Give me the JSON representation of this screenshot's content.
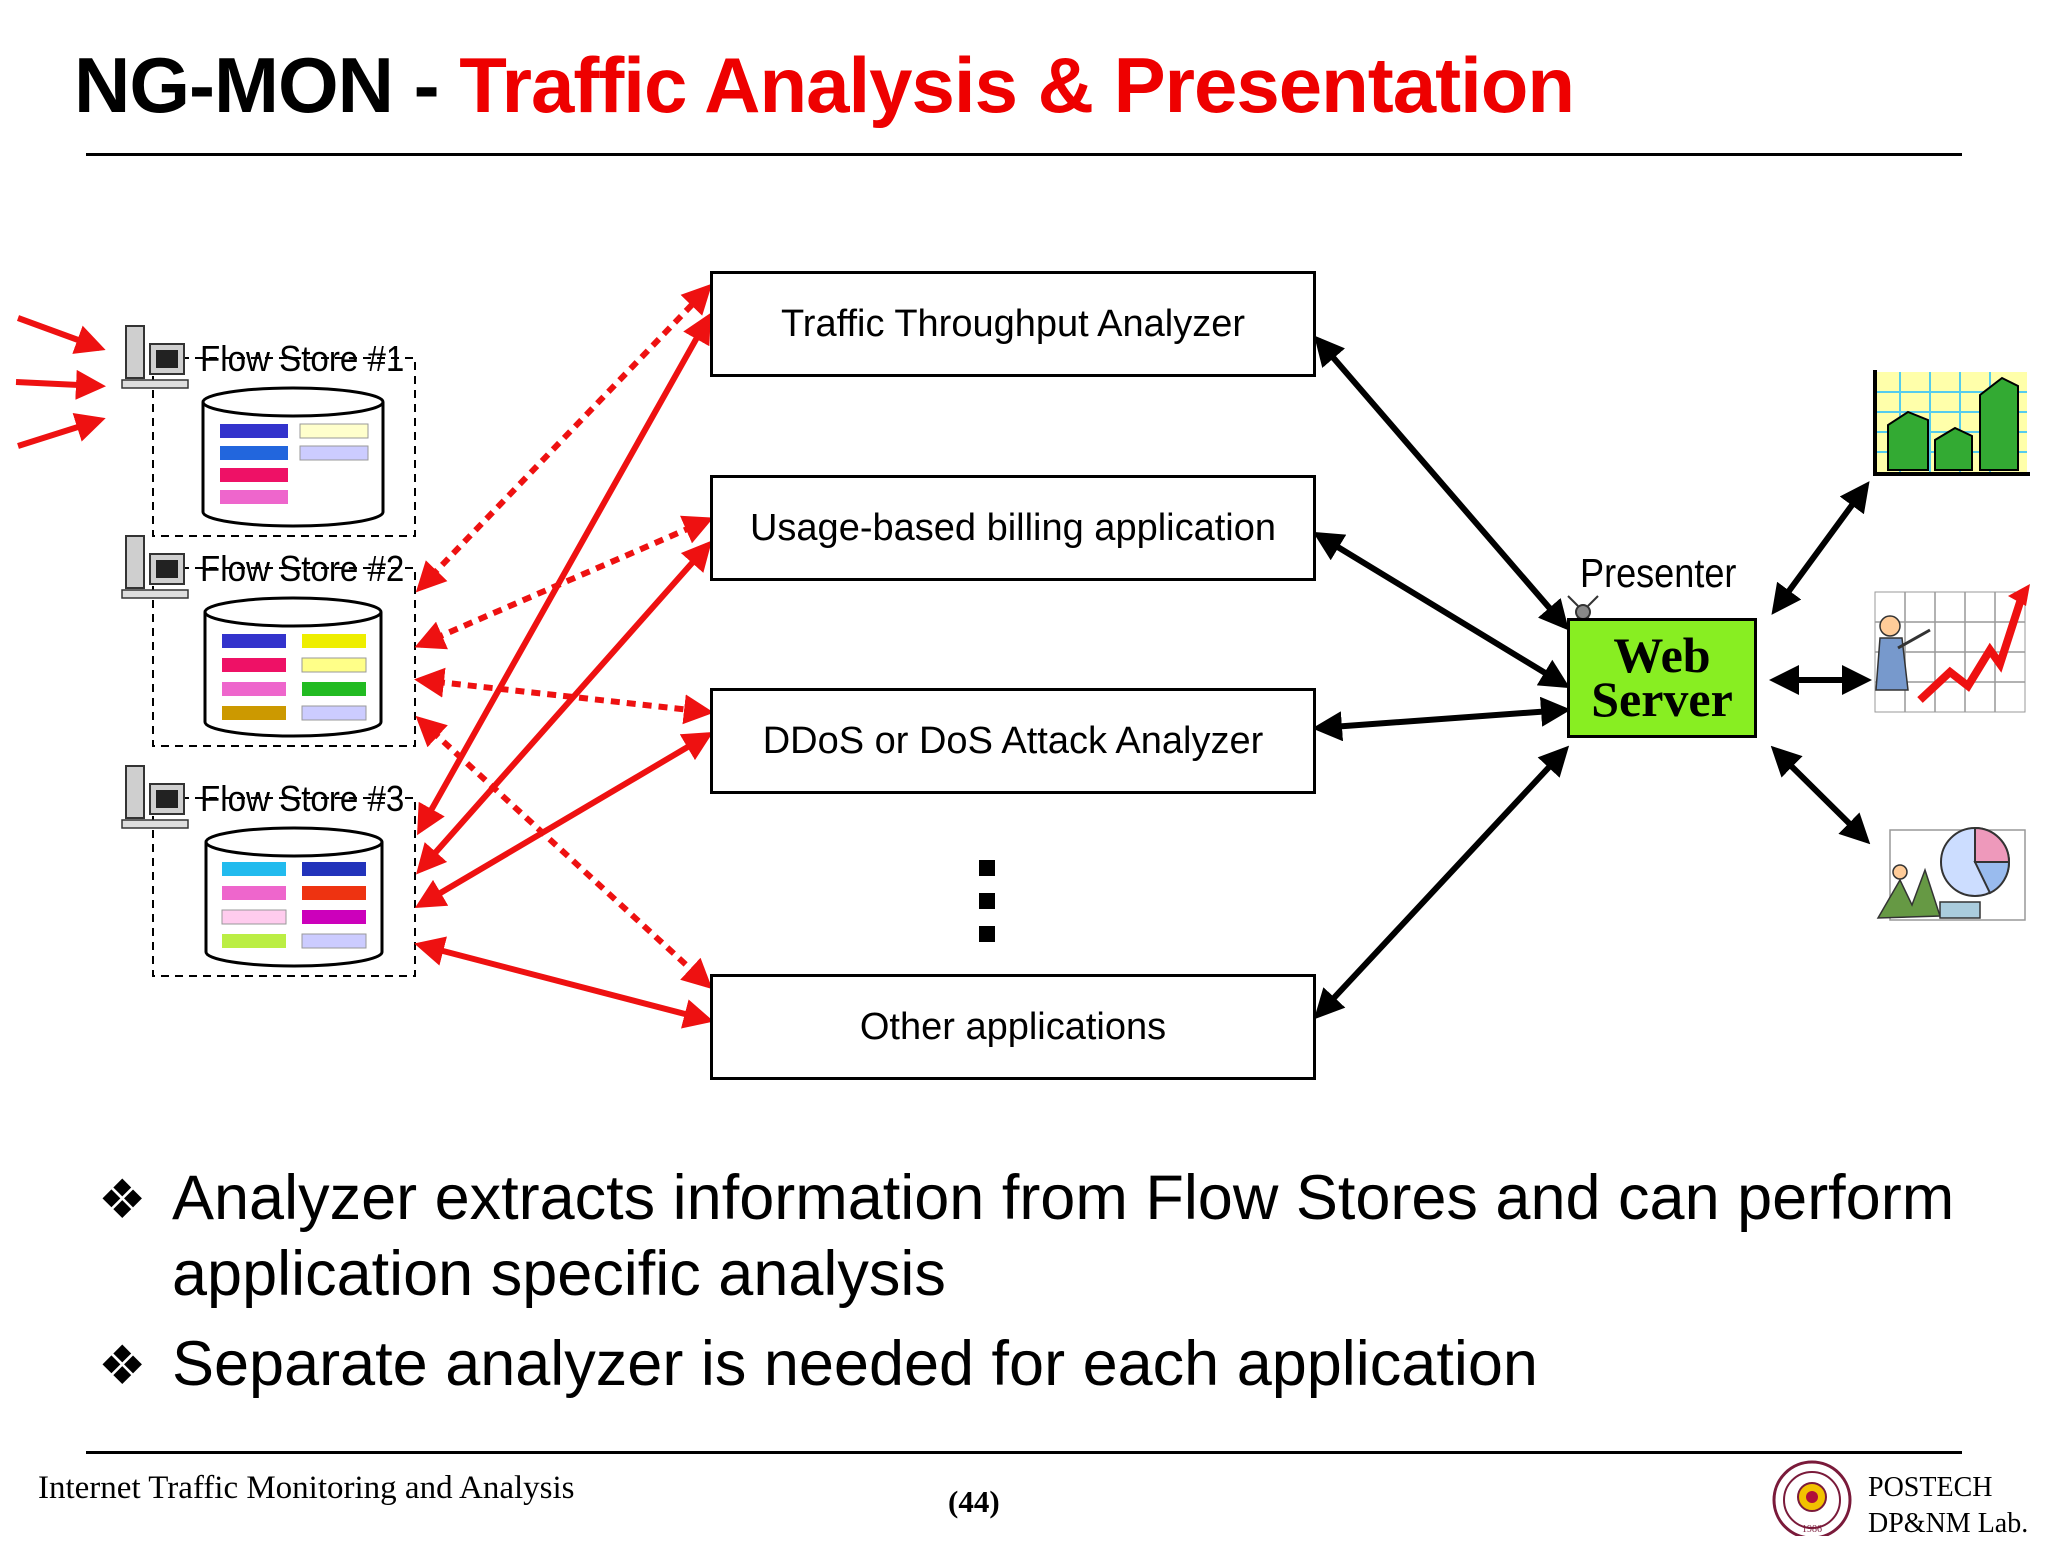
{
  "title": {
    "prefix": "NG-MON - ",
    "accent": "Traffic Analysis & Presentation"
  },
  "flow_stores": [
    {
      "label": "Flow Store #1"
    },
    {
      "label": "Flow Store #2"
    },
    {
      "label": "Flow Store #3"
    }
  ],
  "analyzers": [
    {
      "label": "Traffic Throughput Analyzer"
    },
    {
      "label": "Usage-based billing application"
    },
    {
      "label": "DDoS or DoS Attack Analyzer"
    },
    {
      "label": "Other applications"
    }
  ],
  "presenter": {
    "label": "Presenter",
    "server_line1": "Web",
    "server_line2": "Server"
  },
  "bullets": [
    {
      "text": "Analyzer extracts information from Flow Stores and can perform application specific analysis"
    },
    {
      "text": "Separate analyzer is needed for each application"
    }
  ],
  "footer": {
    "left": "Internet Traffic Monitoring and Analysis",
    "page": "(44)",
    "lab_line1": "POSTECH",
    "lab_line2": "DP&NM Lab.",
    "seal_year": "1986"
  },
  "colors": {
    "accent": "#ee0000",
    "server": "#88ee22",
    "arrow_red": "#ee1111"
  }
}
